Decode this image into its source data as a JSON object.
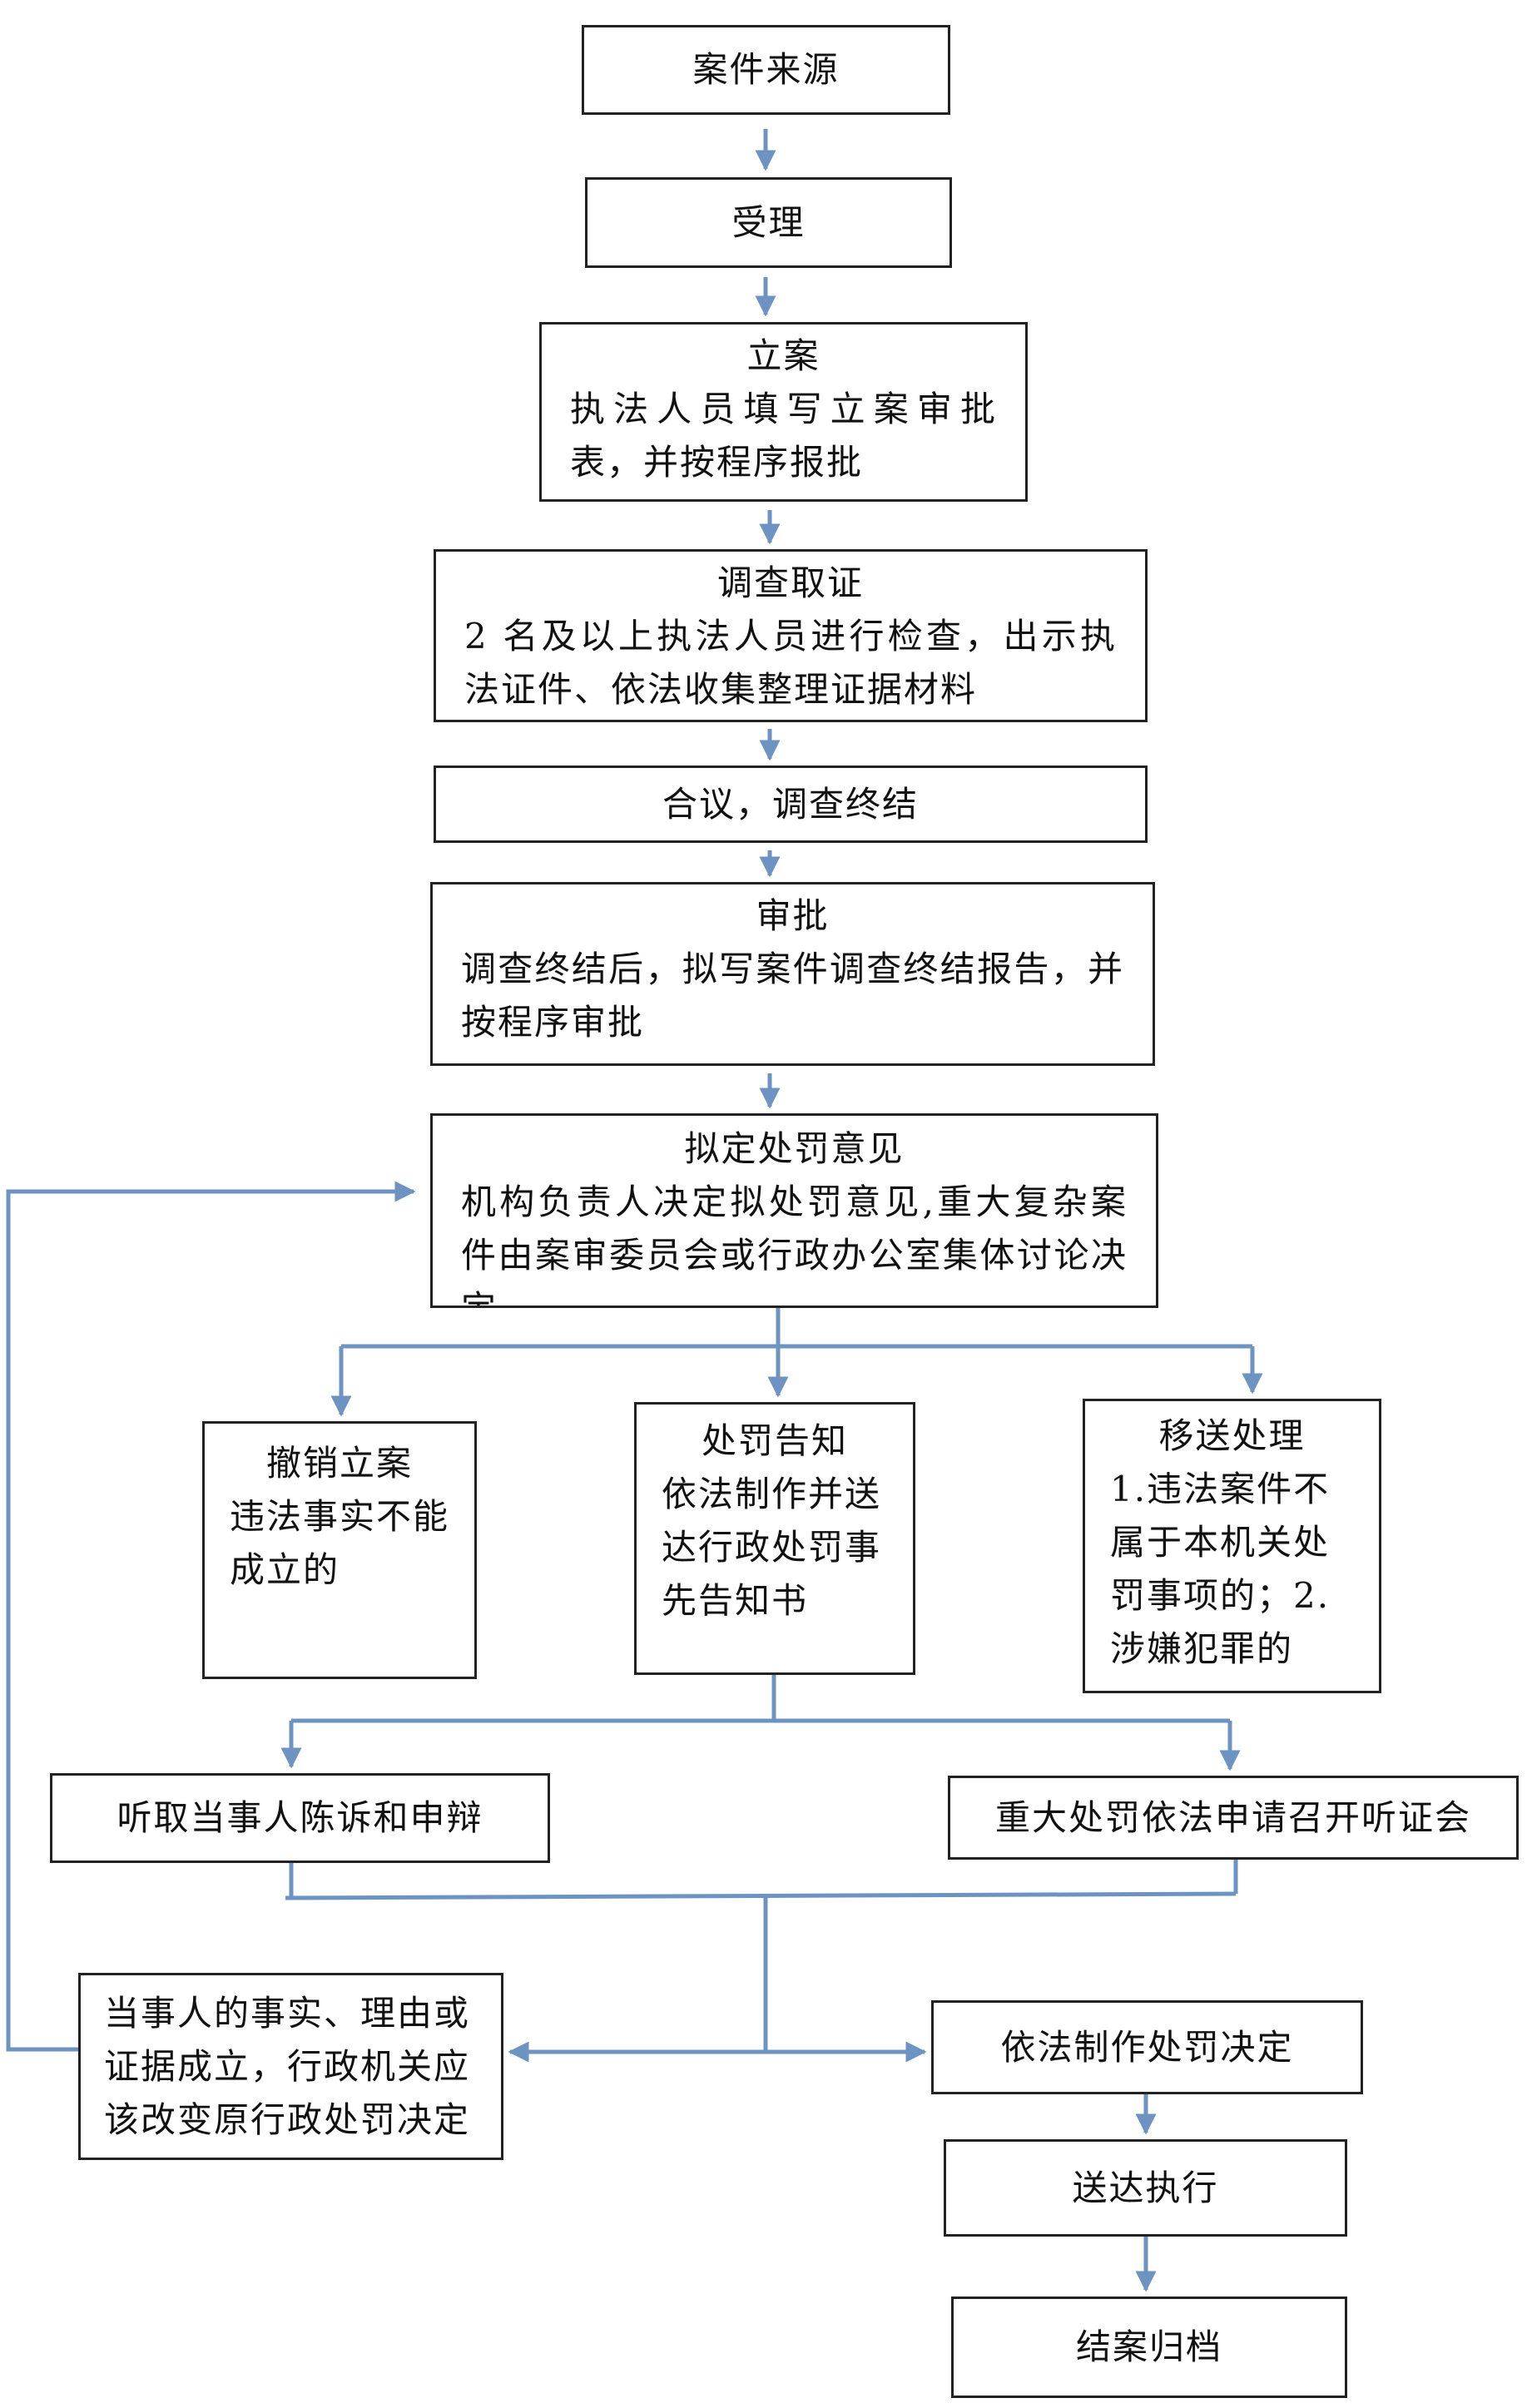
{
  "colors": {
    "connector": "#6d93c2",
    "border": "#222222",
    "text": "#111111"
  },
  "nodes": {
    "case_source": {
      "title": "案件来源"
    },
    "accept": {
      "title": "受理"
    },
    "register": {
      "title": "立案",
      "body": "执法人员填写立案审批表，并按程序报批"
    },
    "investigate": {
      "title": "调查取证",
      "body": "2 名及以上执法人员进行检查，出示执法证件、依法收集整理证据材料"
    },
    "deliberation": {
      "title": "合议，调查终结"
    },
    "approval": {
      "title": "审批",
      "body": "调查终结后，拟写案件调查终结报告，并按程序审批"
    },
    "proposed_penalty": {
      "title": "拟定处罚意见",
      "body": "机构负责人决定拟处罚意见,重大复杂案件由案审委员会或行政办公室集体讨论决定"
    },
    "revoke": {
      "title": "撤销立案",
      "body": "违法事实不能成立的"
    },
    "notice": {
      "title": "处罚告知",
      "body": "依法制作并送达行政处罚事先告知书"
    },
    "transfer": {
      "title": "移送处理",
      "body": "1.违法案件不属于本机关处罚事项的；2.涉嫌犯罪的"
    },
    "hear_statement": {
      "title": "听取当事人陈诉和申辩"
    },
    "hearing": {
      "title": "重大处罚依法申请召开听证会"
    },
    "change_decision": {
      "body": "当事人的事实、理由或证据成立，行政机关应该改变原行政处罚决定"
    },
    "make_decision": {
      "title": "依法制作处罚决定"
    },
    "deliver": {
      "title": "送达执行"
    },
    "archive": {
      "title": "结案归档"
    }
  }
}
